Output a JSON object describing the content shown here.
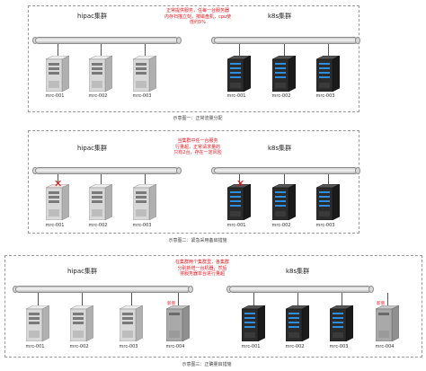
{
  "diagrams": [
    {
      "left_title": "hipac集群",
      "right_title": "k8s集群",
      "note": "正常提供服务，任每一台服务器\n内存扫描立刻，按磁盘机，cpu使\n低约5%",
      "caption": "示意图一：正常流量分配",
      "left_servers": [
        "mrc-001",
        "mrc-002",
        "mrc-003"
      ],
      "right_servers": [
        "mrc-001",
        "mrc-002",
        "mrc-003"
      ]
    },
    {
      "left_title": "hipac集群",
      "right_title": "k8s集群",
      "note": "当集群中任一台服务\n行量超，正常请求量的\n只有2台，存在一定风险",
      "caption": "示意图二：紧急采用备启措施",
      "left_servers": [
        "mrc-001",
        "mrc-002",
        "mrc-003"
      ],
      "right_servers": [
        "mrc-001",
        "mrc-002",
        "mrc-003"
      ]
    },
    {
      "left_title": "hipac集群",
      "right_title": "k8s集群",
      "note": "在集群两个集群里，各集群\n分别新增一台机器，然后\n将服务器单台进行量超",
      "caption": "示意图三：正确量启措施",
      "left_servers": [
        "mrc-001",
        "mrc-002",
        "mrc-003",
        "mrc-004"
      ],
      "right_servers": [
        "mrc-001",
        "mrc-002",
        "mrc-003",
        "mrc-004"
      ],
      "new_label": "新增"
    }
  ],
  "colors": {
    "note_red": "#e8141c",
    "light_server": "#d8d8d8",
    "dark_server": "#2b2b2b",
    "led_blue": "#2d8de0"
  }
}
